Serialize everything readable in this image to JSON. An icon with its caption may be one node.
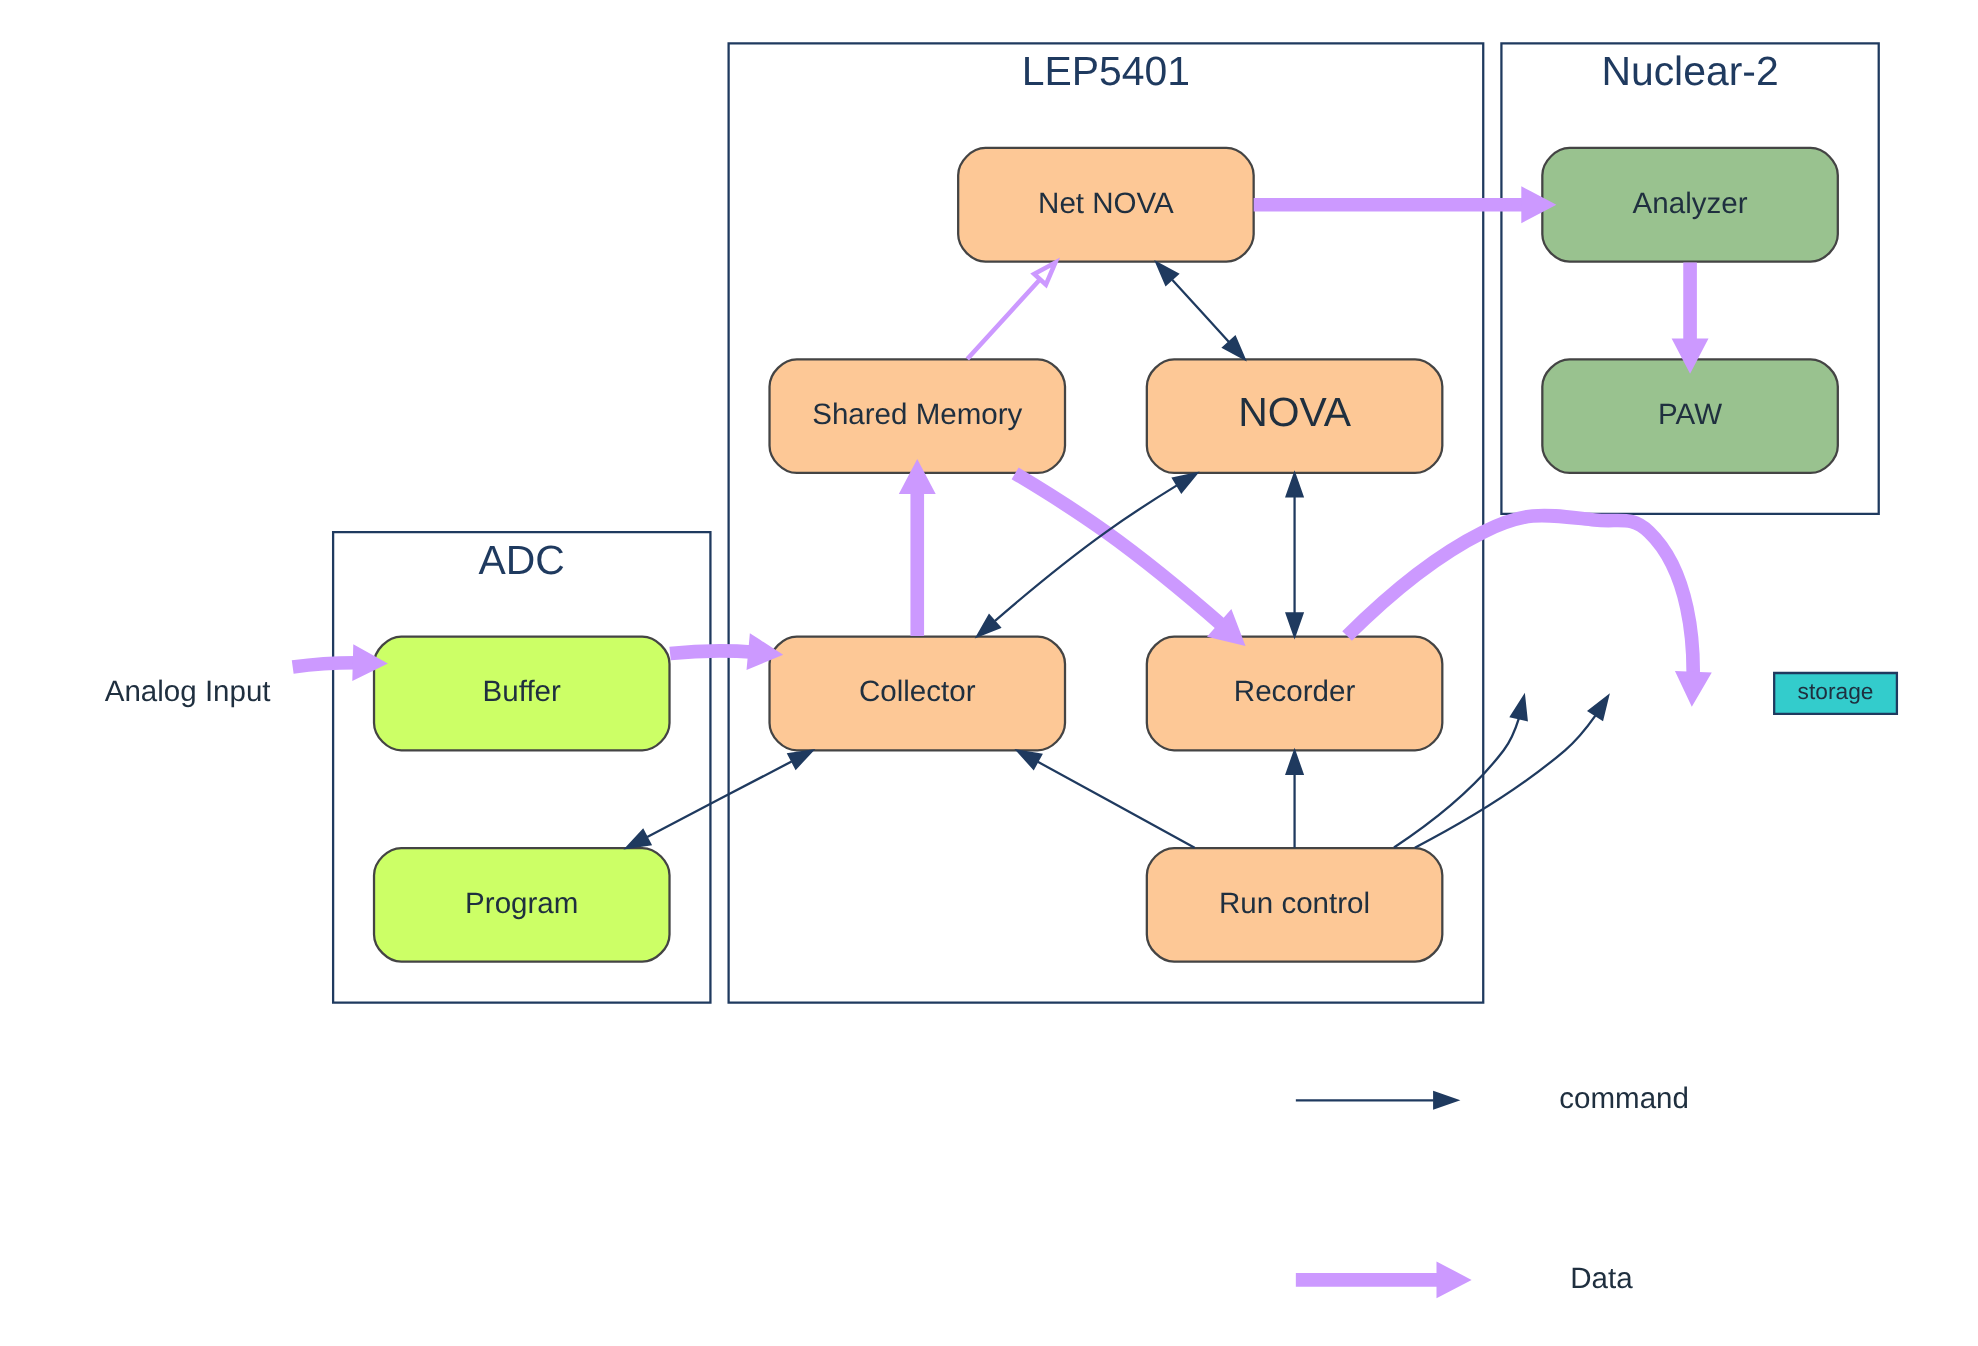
{
  "diagram": {
    "nodes": [
      {
        "text": [
          "Nuclear-2"
        ]
      },
      {
        "text": [
          "Analyzer"
        ],
        "in": 0
      },
      {
        "text": [
          "PAW"
        ],
        "in": 0
      },
      {
        "text": [
          "LEP5401"
        ]
      },
      {
        "text": [
          "Net NOVA"
        ],
        "in": 3
      },
      {
        "text": [
          "Shared Memory"
        ],
        "in": 3
      },
      {
        "text": [
          "NOVA"
        ],
        "in": 3
      },
      {
        "text": [
          "ADC"
        ]
      },
      {
        "text": [
          "Buffer"
        ],
        "in": 7
      },
      {
        "text": [
          "Program"
        ],
        "in": 7
      },
      {
        "text": [
          "Collector"
        ],
        "in": 3
      },
      {
        "text": [
          "Recorder"
        ],
        "in": 3
      },
      {
        "text": [
          "Run control"
        ],
        "in": 3
      },
      {
        "text": [
          "Analog Input"
        ]
      },
      {
        "text": [
          "storage"
        ]
      }
    ],
    "edges": [
      {
        "from": 4,
        "to": 1,
        "arrow": "to",
        "style": "thick",
        "color": "#cc99ff"
      },
      {
        "from": 1,
        "to": 2,
        "arrow": "to",
        "style": "thick",
        "color": "#cc99ff"
      },
      {
        "from": 5,
        "to": 4,
        "arrow": "to",
        "color": "#cc99ff"
      },
      {
        "from": 4,
        "to": 6,
        "arrow": "both",
        "color": "#1f3a5f"
      },
      {
        "from": 10,
        "to": 5,
        "arrow": "to",
        "style": "thick",
        "color": "#cc99ff"
      },
      {
        "from": 5,
        "to": 11,
        "arrow": "to",
        "style": "thick",
        "color": "#cc99ff"
      },
      {
        "from": 6,
        "to": 10,
        "arrow": "both",
        "color": "#1f3a5f"
      },
      {
        "from": 6,
        "to": 11,
        "arrow": "both",
        "color": "#1f3a5f"
      },
      {
        "from": 13,
        "to": 8,
        "arrow": "to",
        "style": "thick",
        "color": "#cc99ff"
      },
      {
        "from": 8,
        "to": 10,
        "arrow": "to",
        "style": "thick",
        "color": "#cc99ff"
      },
      {
        "from": 10,
        "to": 9,
        "arrow": "both",
        "color": "#1f3a5f"
      },
      {
        "from": 12,
        "to": 10,
        "arrow": "to",
        "color": "#1f3a5f"
      },
      {
        "from": 12,
        "to": null,
        "arrow": "to",
        "color": "#1f3a5f"
      },
      {
        "from": 12,
        "to": null,
        "arrow": "to",
        "color": "#1f3a5f"
      },
      {
        "from": 12,
        "to": 11,
        "arrow": "to",
        "color": "#1f3a5f"
      },
      {
        "from": 11,
        "to": null,
        "arrow": "to",
        "style": "thick",
        "color": "#cc99ff"
      }
    ],
    "legend": [
      {
        "text": "command"
      },
      {
        "text": "Data"
      }
    ]
  }
}
